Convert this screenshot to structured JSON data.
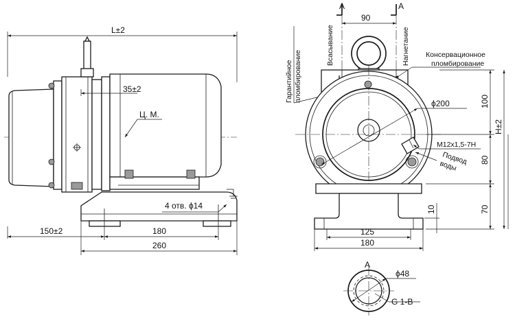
{
  "labels": {
    "overall_length": "L±2",
    "dim_35": "35±2",
    "center_mass": "Ц. М.",
    "holes": "4 отв. ϕ14",
    "dim_150": "150±2",
    "dim_180_left": "180",
    "dim_260": "260",
    "section_a_left": "A",
    "section_a_right": "A",
    "dim_90": "90",
    "suction": "Всасывание",
    "discharge": "Нагнетание",
    "warranty_seal_1": "Гарантийное",
    "warranty_seal_2": "пломбирование",
    "conservation_seal_1": "Консервационное",
    "conservation_seal_2": "пломбирование",
    "dia_200": "ϕ200",
    "thread": "М12х1,5-7Н",
    "water_supply_1": "Подвод",
    "water_supply_2": "воды",
    "dim_100": "100",
    "dim_h": "H±2",
    "dim_80": "80",
    "dim_10": "10",
    "dim_70": "70",
    "dim_125": "125",
    "dim_180_right": "180",
    "view_a": "A",
    "dia_48": "ϕ48",
    "thread_g": "G 1-B"
  }
}
